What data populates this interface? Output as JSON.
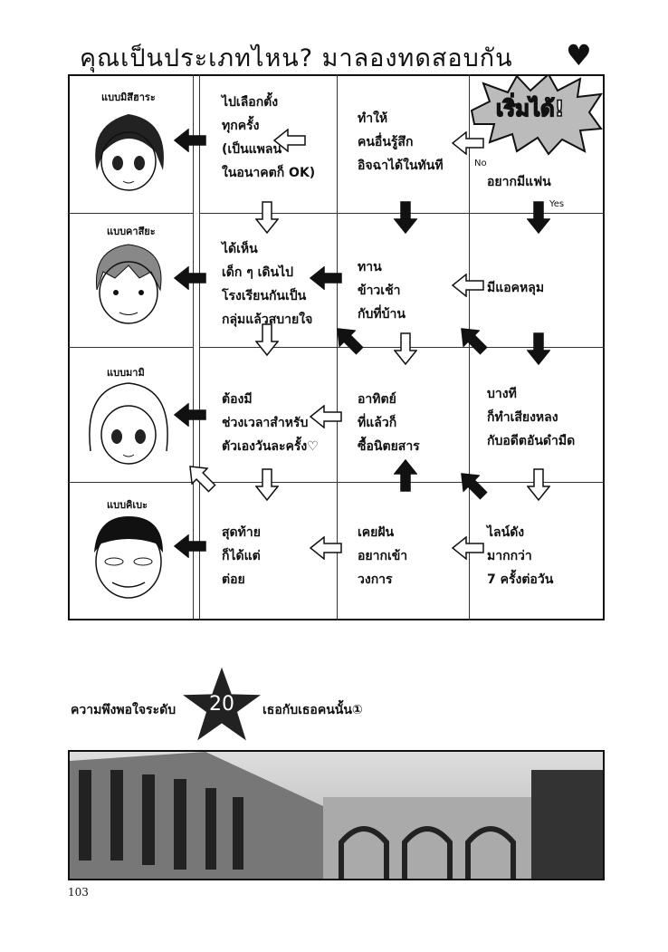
{
  "title": "คุณเป็นประเภทไหน? มาลองทดสอบกัน",
  "start_label": "เริ่มได้!",
  "labels": {
    "no": "No",
    "yes": "Yes"
  },
  "types": [
    {
      "label": "แบบมิสึฮาระ",
      "face": "mizuhara-face"
    },
    {
      "label": "แบบคาสึยะ",
      "face": "kazuya-face"
    },
    {
      "label": "แบบมามิ",
      "face": "mami-face"
    },
    {
      "label": "แบบคิเบะ",
      "face": "kibe-face"
    }
  ],
  "cells": {
    "r1c1": [
      "ไปเลือกตั้ง",
      "ทุกครั้ง",
      "(เป็นแพลน",
      "ในอนาคตก็ OK)"
    ],
    "r1c2": [
      "ทำให้",
      "คนอื่นรู้สึก",
      "อิจฉาได้ในทันที"
    ],
    "r1c3": [
      "อยากมีแฟน"
    ],
    "r2c1": [
      "ได้เห็น",
      "เด็ก ๆ เดินไป",
      "โรงเรียนกันเป็น",
      "กลุ่มแล้วสบายใจ"
    ],
    "r2c2": [
      "ทาน",
      "ข้าวเช้า",
      "กับที่บ้าน"
    ],
    "r2c3": [
      "มีแอคหลุม"
    ],
    "r3c1": [
      "ต้องมี",
      "ช่วงเวลาสำหรับ",
      "ตัวเองวันละครั้ง♡"
    ],
    "r3c2": [
      "อาทิตย์",
      "ที่แล้วก็",
      "ซื้อนิตยสาร"
    ],
    "r3c3": [
      "บางที",
      "ก็ทำเสียงหลง",
      "กับอดีตอันดำมืด"
    ],
    "r4c1": [
      "สุดท้าย",
      "ก็ได้แต่",
      "ต่อย"
    ],
    "r4c2": [
      "เคยฝัน",
      "อยากเข้า",
      "วงการ"
    ],
    "r4c3": [
      "ไลน์ดัง",
      "มากกว่า",
      "7 ครั้งต่อวัน"
    ]
  },
  "chapter": {
    "prefix": "ความพึงพอใจระดับ",
    "number": "20",
    "suffix": "เธอกับเธอคนนั้น①"
  },
  "page_number": "103"
}
